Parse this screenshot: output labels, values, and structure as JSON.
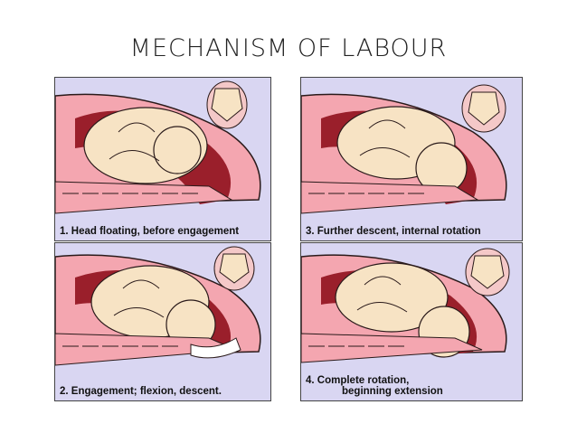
{
  "title": "MECHANISM OF LABOUR",
  "panels": [
    {
      "caption": "1. Head floating, before engagement"
    },
    {
      "caption": "2. Engagement; flexion, descent."
    },
    {
      "caption": "3. Further descent, internal rotation"
    },
    {
      "caption_line1": "4. Complete rotation,",
      "caption_line2": "beginning extension"
    }
  ],
  "colors": {
    "background": "#d9d6f2",
    "tissue": "#f4a6b0",
    "uterine_wall": "#9a1f2b",
    "fetus": "#f7e3c4",
    "outline": "#2a1a1a"
  }
}
